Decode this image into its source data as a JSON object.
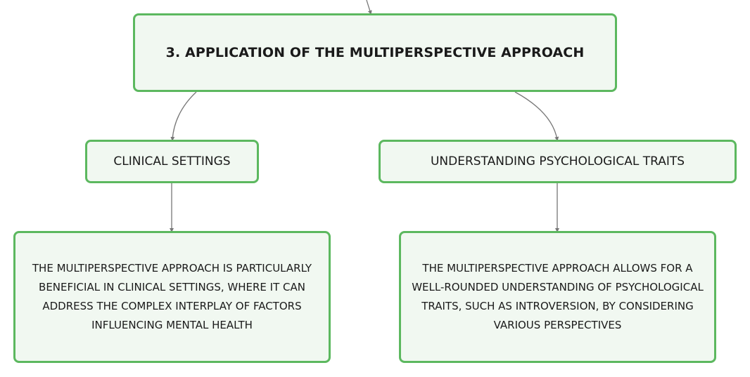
{
  "diagram": {
    "root": {
      "label": "3. APPLICATION OF THE MULTIPERSPECTIVE APPROACH"
    },
    "branches": [
      {
        "label": "CLINICAL SETTINGS",
        "detail": "THE MULTIPERSPECTIVE APPROACH IS PARTICULARLY BENEFICIAL IN CLINICAL SETTINGS, WHERE IT CAN ADDRESS THE COMPLEX INTERPLAY OF FACTORS INFLUENCING MENTAL HEALTH"
      },
      {
        "label": "UNDERSTANDING PSYCHOLOGICAL TRAITS",
        "detail": "THE MULTIPERSPECTIVE APPROACH ALLOWS FOR A WELL-ROUNDED UNDERSTANDING OF PSYCHOLOGICAL TRAITS, SUCH AS INTROVERSION, BY CONSIDERING VARIOUS PERSPECTIVES"
      }
    ],
    "colors": {
      "node_border": "#5cb85f",
      "node_fill": "#f1f8f1",
      "connector": "#777777"
    }
  }
}
